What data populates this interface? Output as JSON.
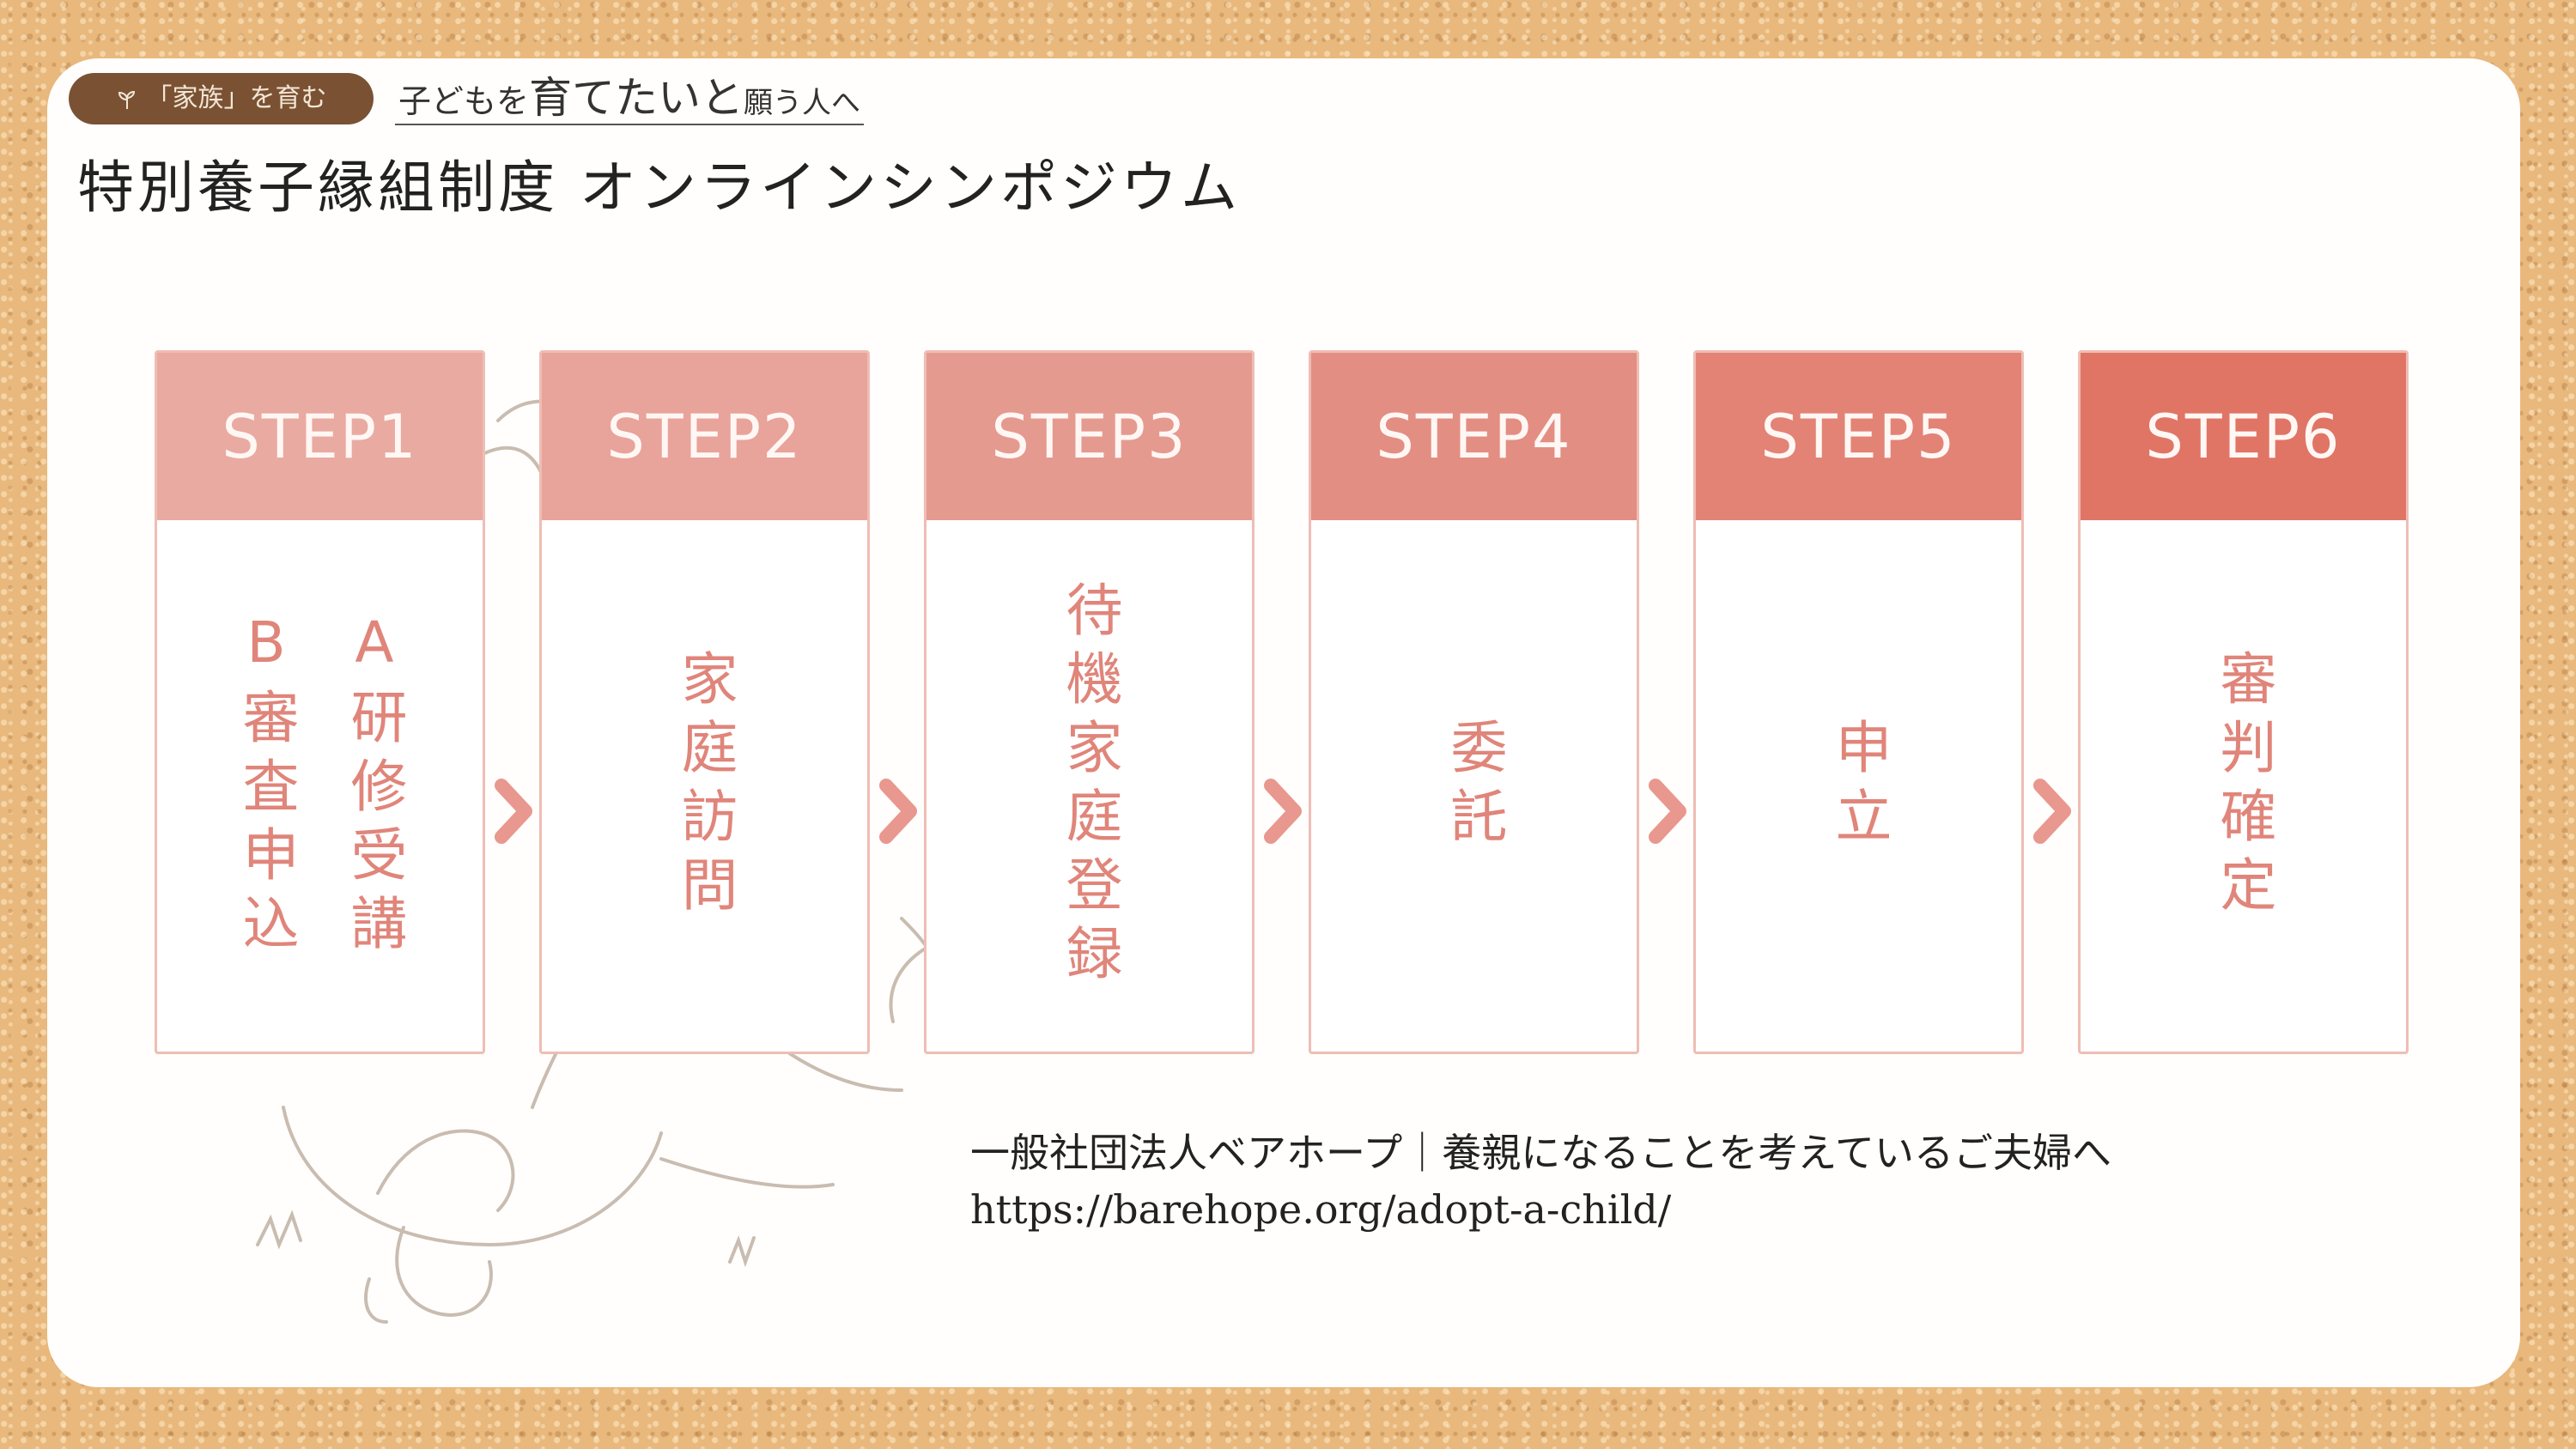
{
  "badge": {
    "text": "「家族」を育む",
    "icon": "sprout-icon"
  },
  "subtitle": {
    "part1": "子どもを",
    "part2": "育てたいと",
    "part3": "願う人へ"
  },
  "title": "特別養子縁組制度 オンラインシンポジウム",
  "steps": [
    {
      "label": "STEP1",
      "columns": [
        "A研修受講",
        "B審査申込"
      ],
      "color": "#e9aaa2"
    },
    {
      "label": "STEP2",
      "columns": [
        "家庭訪問"
      ],
      "color": "#e8a39a"
    },
    {
      "label": "STEP3",
      "columns": [
        "待機家庭登録"
      ],
      "color": "#e59a90"
    },
    {
      "label": "STEP4",
      "columns": [
        "委託"
      ],
      "color": "#e38e83"
    },
    {
      "label": "STEP5",
      "columns": [
        "申立"
      ],
      "color": "#e28376"
    },
    {
      "label": "STEP6",
      "columns": [
        "審判確定"
      ],
      "color": "#e07566"
    }
  ],
  "footer": {
    "line1": "一般社団法人ベアホープ｜養親になることを考えているご夫婦へ",
    "line2": "https://barehope.org/adopt-a-child/"
  },
  "colors": {
    "arrow": "#e8988e",
    "border": "#efbdb4",
    "text": "#e0857a"
  }
}
